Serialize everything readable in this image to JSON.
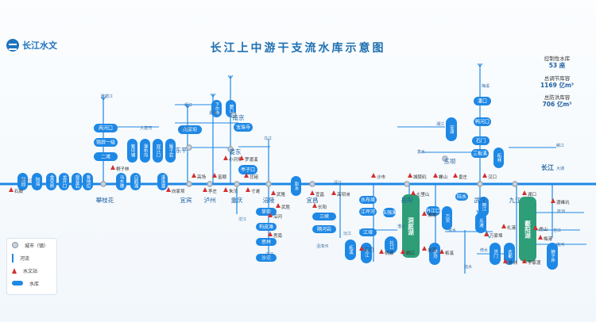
{
  "header": {
    "logo_text": "长江水文",
    "title": "长江上中游干支流水库示意图"
  },
  "stats": {
    "reservoir_label": "控制性水库",
    "reservoir_value": "53 座",
    "regulation_label": "总调节库容",
    "regulation_value": "1169 亿m³",
    "flood_label": "总防洪库容",
    "flood_value": "706 亿m³"
  },
  "legend": {
    "city": "城市（镇）",
    "river": "河流",
    "station": "水文站",
    "reservoir": "水库"
  },
  "colors": {
    "river": "#1e88e5",
    "reservoir": "#1e88e5",
    "lake": "#2e9e78",
    "station": "#d32f2f",
    "city": "#c8d2dc",
    "label": "#333333"
  },
  "trunk_label": "长江",
  "cities": [
    "攀枝花",
    "宜宾",
    "泸州",
    "重庆",
    "涪陵",
    "宜昌",
    "岳阳",
    "武汉",
    "九江",
    "东坝",
    "南京",
    "东平",
    "姜东"
  ],
  "rivers": [
    "金沙江",
    "雅砻江",
    "岷江",
    "大渡河",
    "嘉陵江",
    "乌江",
    "汉江",
    "湘江",
    "资水",
    "沅江",
    "澧水",
    "清江",
    "赣江",
    "抚河",
    "信江",
    "饶河",
    "修水",
    "陆水",
    "沱江",
    "赤水河",
    "沮漳河",
    "富水",
    "大通",
    "梅溪"
  ],
  "stations": [
    "石鼓",
    "桐子林",
    "向家坝",
    "高场",
    "李庄",
    "朱沱",
    "富顺",
    "北碚",
    "寸滩",
    "武隆",
    "宜昌",
    "高坝洲",
    "沙市",
    "螺山",
    "七里山",
    "汉口",
    "湖口",
    "沿河",
    "思南",
    "城陵矶",
    "湘潭",
    "桃源",
    "石门",
    "桃江",
    "柘溪",
    "外洲",
    "李家渡",
    "梅港",
    "虎山",
    "渡峰坑",
    "万家埠",
    "礼港",
    "金溪",
    "皇庄",
    "小河坝",
    "罗渡溪",
    "武胜",
    "长阳"
  ],
  "reservoirs": [
    "梨园",
    "阿海",
    "金安桥",
    "龙开口",
    "观音岩",
    "鲁地拉",
    "两河口",
    "锦屏一级",
    "二滩",
    "乌东德",
    "白鹤滩",
    "溪洛渡",
    "向家坝",
    "紫坪铺",
    "瀑布沟",
    "双江口",
    "猴子岩",
    "下尔呷",
    "碧口",
    "宝珠寺",
    "亭子口",
    "草街",
    "构皮滩",
    "思林",
    "沙沱",
    "彭水",
    "三峡",
    "隔河岩",
    "水布垭",
    "江坪河",
    "江垭",
    "五强溪",
    "托口",
    "柘溪",
    "东江",
    "丹江口",
    "安康",
    "潘口",
    "鸭河口",
    "石门",
    "三板溪",
    "陆水",
    "柘林",
    "峡江",
    "万安",
    "廖坊",
    "洪门",
    "武都",
    "狮子坪",
    "乐滩"
  ],
  "lakes": [
    "洞庭湖",
    "鄱阳湖"
  ]
}
